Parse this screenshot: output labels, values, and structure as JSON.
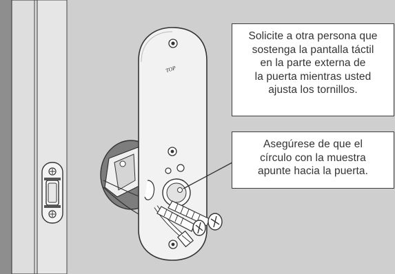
{
  "plate_label": "TOP",
  "callouts": {
    "top": {
      "lines": [
        "Solicite a otra persona que",
        "sostenga la pantalla táctil",
        "en la parte externa de",
        "la puerta mientras usted",
        "ajusta los tornillos."
      ]
    },
    "bottom": {
      "lines": [
        "Asegúrese de que el",
        "círculo con la muestra",
        "apunte hacia la puerta."
      ]
    }
  },
  "colors": {
    "door_face": "#cfcfcf",
    "door_edge": "#8e8e8e",
    "door_jamb": "#dedede",
    "outline": "#333333",
    "metal": "#f2f2f2"
  }
}
